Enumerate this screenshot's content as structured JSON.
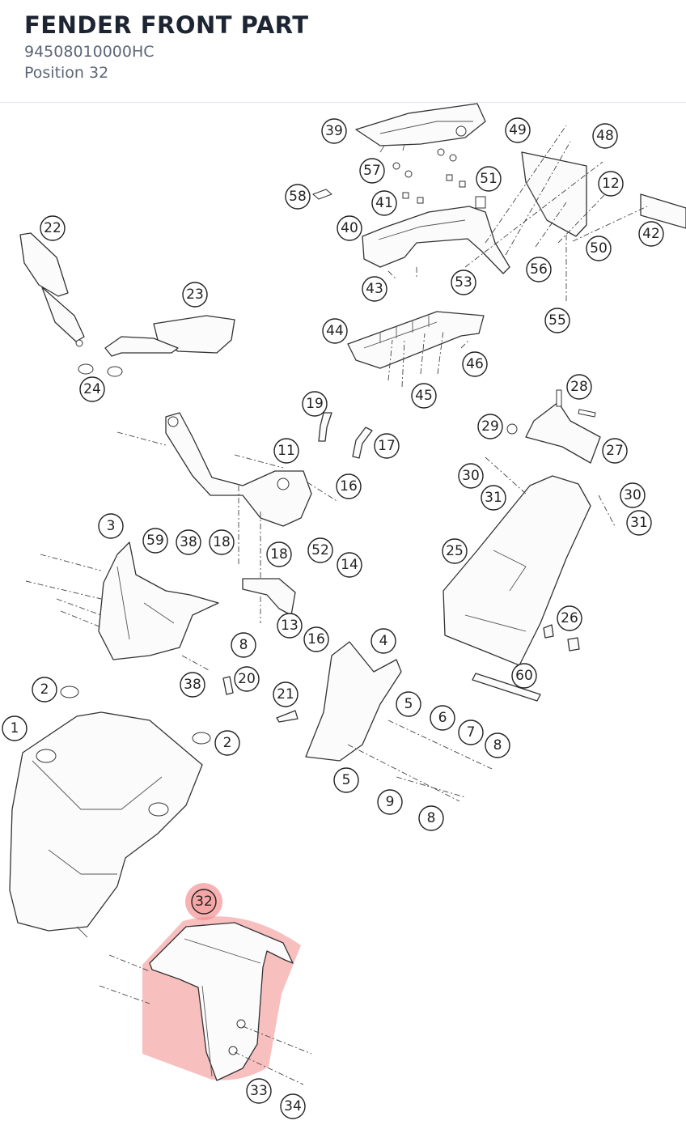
{
  "header": {
    "title": "FENDER FRONT PART",
    "part_number": "94508010000HC",
    "position": "Position 32"
  },
  "colors": {
    "title": "#1d2533",
    "subtitle": "#5c6677",
    "highlight": "#f28b8b",
    "line": "#222222"
  },
  "diagram": {
    "highlighted": "32",
    "labels": [
      "1",
      "2",
      "2",
      "3",
      "4",
      "5",
      "5",
      "6",
      "7",
      "8",
      "8",
      "8",
      "9",
      "11",
      "12",
      "13",
      "14",
      "16",
      "16",
      "17",
      "18",
      "18",
      "19",
      "20",
      "21",
      "22",
      "23",
      "24",
      "25",
      "26",
      "27",
      "28",
      "29",
      "30",
      "30",
      "31",
      "31",
      "32",
      "33",
      "34",
      "38",
      "38",
      "39",
      "40",
      "41",
      "42",
      "43",
      "44",
      "45",
      "46",
      "48",
      "49",
      "50",
      "51",
      "52",
      "53",
      "55",
      "56",
      "57",
      "58",
      "59",
      "60"
    ]
  }
}
